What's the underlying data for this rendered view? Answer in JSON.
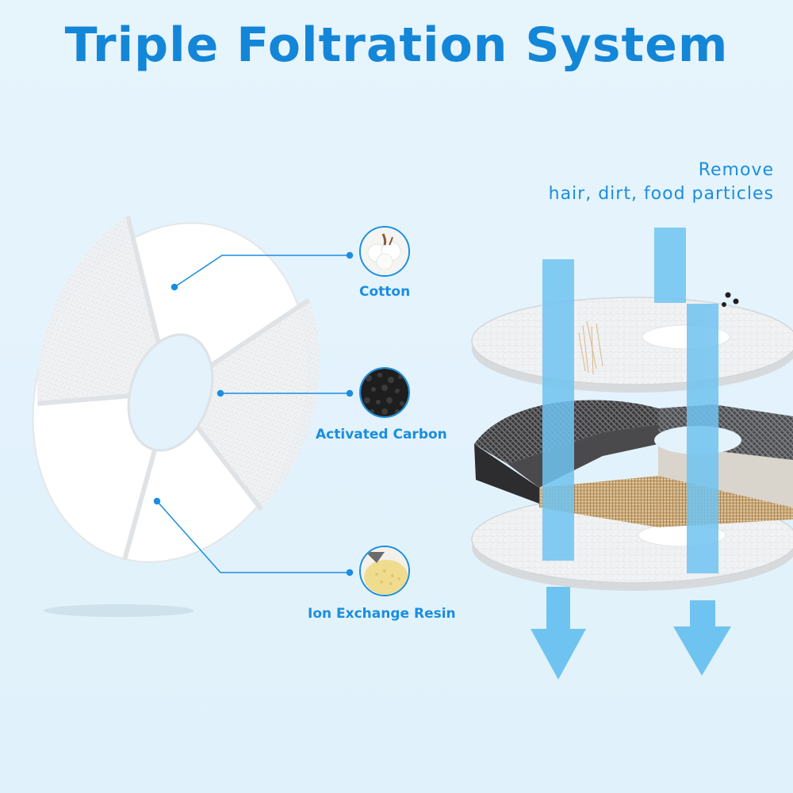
{
  "title": "Triple Foltration System",
  "remove_caption": {
    "line1": "Remove",
    "line2": "hair, dirt, food particles"
  },
  "layers": [
    {
      "label": "Cotton",
      "icon": "cotton-icon"
    },
    {
      "label": "Activated Carbon",
      "icon": "activated-carbon-icon"
    },
    {
      "label": "Ion Exchange Resin",
      "icon": "ion-exchange-resin-icon"
    }
  ],
  "colors": {
    "brand_blue": "#1386d8",
    "flow_blue": "#6fc3f0"
  }
}
